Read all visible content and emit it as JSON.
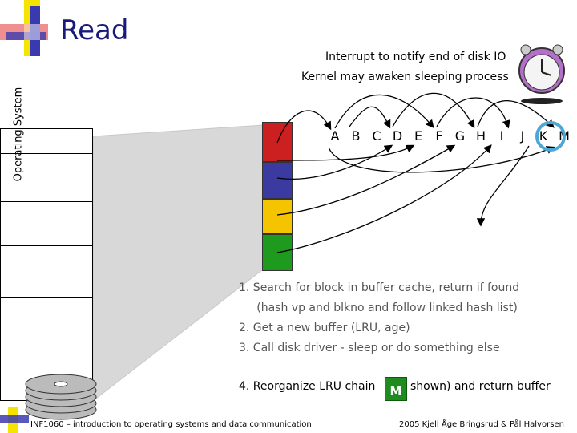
{
  "slide": {
    "title": "Read",
    "side_label": "Operating System",
    "notes": [
      "Interrupt to notify end of disk IO",
      "Kernel may awaken sleeping process"
    ],
    "blocks": [
      "A",
      "B",
      "C",
      "D",
      "E",
      "F",
      "G",
      "H",
      "I",
      "J",
      "K",
      "M"
    ],
    "steps": [
      "1.  Search for block in buffer cache, return if found",
      "     (hash vp and blkno and follow linked hash list)",
      "2.  Get a new buffer (LRU, age)",
      "3.  Call disk driver - sleep or do something else"
    ],
    "step4": {
      "prefix": "4.  Reorganize LRU chain",
      "badge": "M",
      "suffix": "shown) and return buffer"
    },
    "footer_left": "INF1060 – introduction to operating systems and data communication",
    "footer_right": "2005  Kjell Åge Bringsrud & Pål Halvorsen"
  },
  "colors": {
    "cache": [
      "#cc1f1f",
      "#3a3aa0",
      "#f5c400",
      "#1e9a1e"
    ],
    "accent": "#1a1a7a",
    "highlight": "#4aa8d8"
  },
  "icons": [
    "clock-icon",
    "disk-stack-icon",
    "slide-corner-icon"
  ]
}
